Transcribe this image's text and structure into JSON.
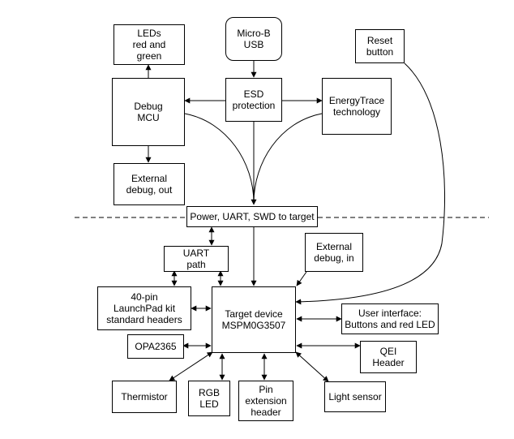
{
  "boxes": {
    "leds": [
      "LEDs",
      "red and",
      "green"
    ],
    "micro_usb": [
      "Micro-B",
      "USB"
    ],
    "reset": [
      "Reset",
      "button"
    ],
    "debug_mcu": [
      "Debug",
      "MCU"
    ],
    "esd": [
      "ESD",
      "protection"
    ],
    "energytrace": [
      "EnergyTrace",
      "technology"
    ],
    "ext_debug_out": [
      "External",
      "debug, out"
    ],
    "power_bus": [
      "Power, UART, SWD to target"
    ],
    "uart_path": [
      "UART",
      "path"
    ],
    "ext_debug_in": [
      "External",
      "debug, in"
    ],
    "launchpad": [
      "40-pin",
      "LaunchPad kit",
      "standard headers"
    ],
    "target": [
      "Target device",
      "MSPM0G3507"
    ],
    "user_interface": [
      "User interface:",
      "Buttons and red LED"
    ],
    "opa": [
      "OPA2365"
    ],
    "qei": [
      "QEI",
      "Header"
    ],
    "thermistor": [
      "Thermistor"
    ],
    "rgb": [
      "RGB",
      "LED"
    ],
    "pin_ext": [
      "Pin",
      "extension",
      "header"
    ],
    "light": [
      "Light sensor"
    ]
  }
}
